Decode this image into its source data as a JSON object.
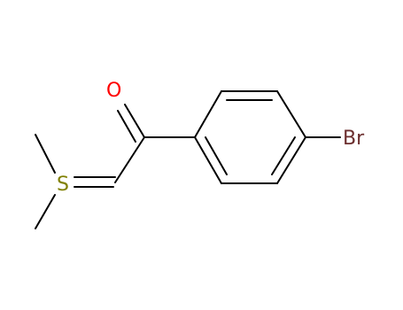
{
  "molecule": {
    "atoms": {
      "oxygen": {
        "symbol": "O",
        "color": "#ff0000"
      },
      "sulfur": {
        "symbol": "S",
        "color": "#808000"
      },
      "bromine": {
        "symbol": "Br",
        "color": "#6b2e2e"
      }
    },
    "bond_color": "#000000"
  }
}
